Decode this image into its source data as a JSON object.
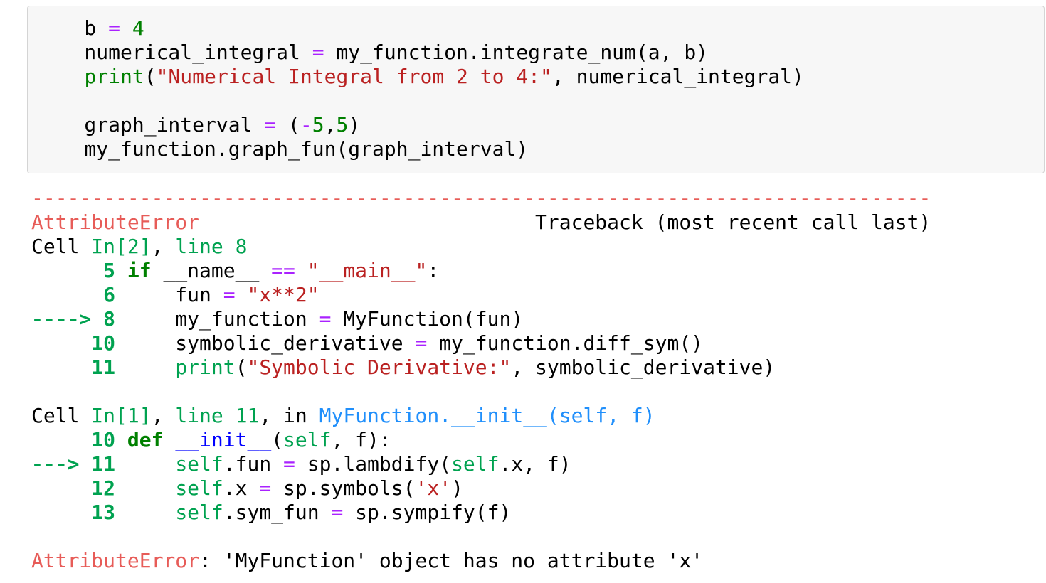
{
  "colors": {
    "error_red": "#E75C58",
    "string_red": "#BA2121",
    "keyword_green": "#008000",
    "ansi_green": "#00A250",
    "operator_purple": "#AA22FF",
    "frame_location_blue": "#208FFB",
    "function_name_blue": "#0000FF",
    "cell_background": "#f7f7f7"
  },
  "token_legend": {
    "p": "plain",
    "o": "operator",
    "s": "string",
    "n": "number",
    "b": "builtin",
    "kw": "keyword",
    "g": "ansi-green",
    "gb": "ansi-green-bold",
    "cy": "frame-location",
    "fn": "function-name",
    "slf": "self",
    "err": "error-red"
  },
  "cell": {
    "code_lines": [
      [
        [
          "p",
          "    b "
        ],
        [
          "o",
          "="
        ],
        [
          "p",
          " "
        ],
        [
          "n",
          "4"
        ]
      ],
      [
        [
          "p",
          "    numerical_integral "
        ],
        [
          "o",
          "="
        ],
        [
          "p",
          " my_function.integrate_num(a, b)"
        ]
      ],
      [
        [
          "p",
          "    "
        ],
        [
          "b",
          "print"
        ],
        [
          "p",
          "("
        ],
        [
          "s",
          "\"Numerical Integral from 2 to 4:\""
        ],
        [
          "p",
          ", numerical_integral)"
        ]
      ],
      [],
      [
        [
          "p",
          "    graph_interval "
        ],
        [
          "o",
          "="
        ],
        [
          "p",
          " ("
        ],
        [
          "o",
          "-"
        ],
        [
          "n",
          "5"
        ],
        [
          "p",
          ","
        ],
        [
          "n",
          "5"
        ],
        [
          "p",
          ")"
        ]
      ],
      [
        [
          "p",
          "    my_function.graph_fun(graph_interval)"
        ]
      ]
    ]
  },
  "traceback": {
    "lines": [
      [
        [
          "err",
          "---------------------------------------------------------------------------"
        ]
      ],
      [
        [
          "err",
          "AttributeError"
        ],
        [
          "p",
          "                            Traceback (most recent call last)"
        ]
      ],
      [
        [
          "p",
          "Cell "
        ],
        [
          "g",
          "In[2]"
        ],
        [
          "p",
          ", "
        ],
        [
          "g",
          "line 8"
        ]
      ],
      [
        [
          "p",
          "      "
        ],
        [
          "gb",
          "5"
        ],
        [
          "p",
          " "
        ],
        [
          "kw",
          "if"
        ],
        [
          "p",
          " __name__ "
        ],
        [
          "o",
          "=="
        ],
        [
          "p",
          " "
        ],
        [
          "s",
          "\"__main__\""
        ],
        [
          "p",
          ":"
        ]
      ],
      [
        [
          "p",
          "      "
        ],
        [
          "gb",
          "6"
        ],
        [
          "p",
          "     fun "
        ],
        [
          "o",
          "="
        ],
        [
          "p",
          " "
        ],
        [
          "s",
          "\"x**2\""
        ]
      ],
      [
        [
          "gb",
          "----> 8"
        ],
        [
          "p",
          "     my_function "
        ],
        [
          "o",
          "="
        ],
        [
          "p",
          " MyFunction(fun)"
        ]
      ],
      [
        [
          "p",
          "     "
        ],
        [
          "gb",
          "10"
        ],
        [
          "p",
          "     symbolic_derivative "
        ],
        [
          "o",
          "="
        ],
        [
          "p",
          " my_function.diff_sym()"
        ]
      ],
      [
        [
          "p",
          "     "
        ],
        [
          "gb",
          "11"
        ],
        [
          "p",
          "     "
        ],
        [
          "g",
          "print"
        ],
        [
          "p",
          "("
        ],
        [
          "s",
          "\"Symbolic Derivative:\""
        ],
        [
          "p",
          ", symbolic_derivative)"
        ]
      ],
      [],
      [
        [
          "p",
          "Cell "
        ],
        [
          "g",
          "In[1]"
        ],
        [
          "p",
          ", "
        ],
        [
          "g",
          "line 11"
        ],
        [
          "p",
          ", in "
        ],
        [
          "cy",
          "MyFunction.__init__(self, f)"
        ]
      ],
      [
        [
          "p",
          "     "
        ],
        [
          "gb",
          "10"
        ],
        [
          "p",
          " "
        ],
        [
          "kw",
          "def"
        ],
        [
          "p",
          " "
        ],
        [
          "fn",
          "__init__"
        ],
        [
          "p",
          "("
        ],
        [
          "slf",
          "self"
        ],
        [
          "p",
          ", f):"
        ]
      ],
      [
        [
          "gb",
          "---> 11"
        ],
        [
          "p",
          "     "
        ],
        [
          "slf",
          "self"
        ],
        [
          "p",
          ".fun "
        ],
        [
          "o",
          "="
        ],
        [
          "p",
          " sp.lambdify("
        ],
        [
          "slf",
          "self"
        ],
        [
          "p",
          ".x, f)"
        ]
      ],
      [
        [
          "p",
          "     "
        ],
        [
          "gb",
          "12"
        ],
        [
          "p",
          "     "
        ],
        [
          "slf",
          "self"
        ],
        [
          "p",
          ".x "
        ],
        [
          "o",
          "="
        ],
        [
          "p",
          " sp.symbols("
        ],
        [
          "s",
          "'x'"
        ],
        [
          "p",
          ")"
        ]
      ],
      [
        [
          "p",
          "     "
        ],
        [
          "gb",
          "13"
        ],
        [
          "p",
          "     "
        ],
        [
          "slf",
          "self"
        ],
        [
          "p",
          ".sym_fun "
        ],
        [
          "o",
          "="
        ],
        [
          "p",
          " sp.sympify(f)"
        ]
      ],
      [],
      [
        [
          "err",
          "AttributeError"
        ],
        [
          "p",
          ": 'MyFunction' object has no attribute 'x'"
        ]
      ]
    ]
  }
}
